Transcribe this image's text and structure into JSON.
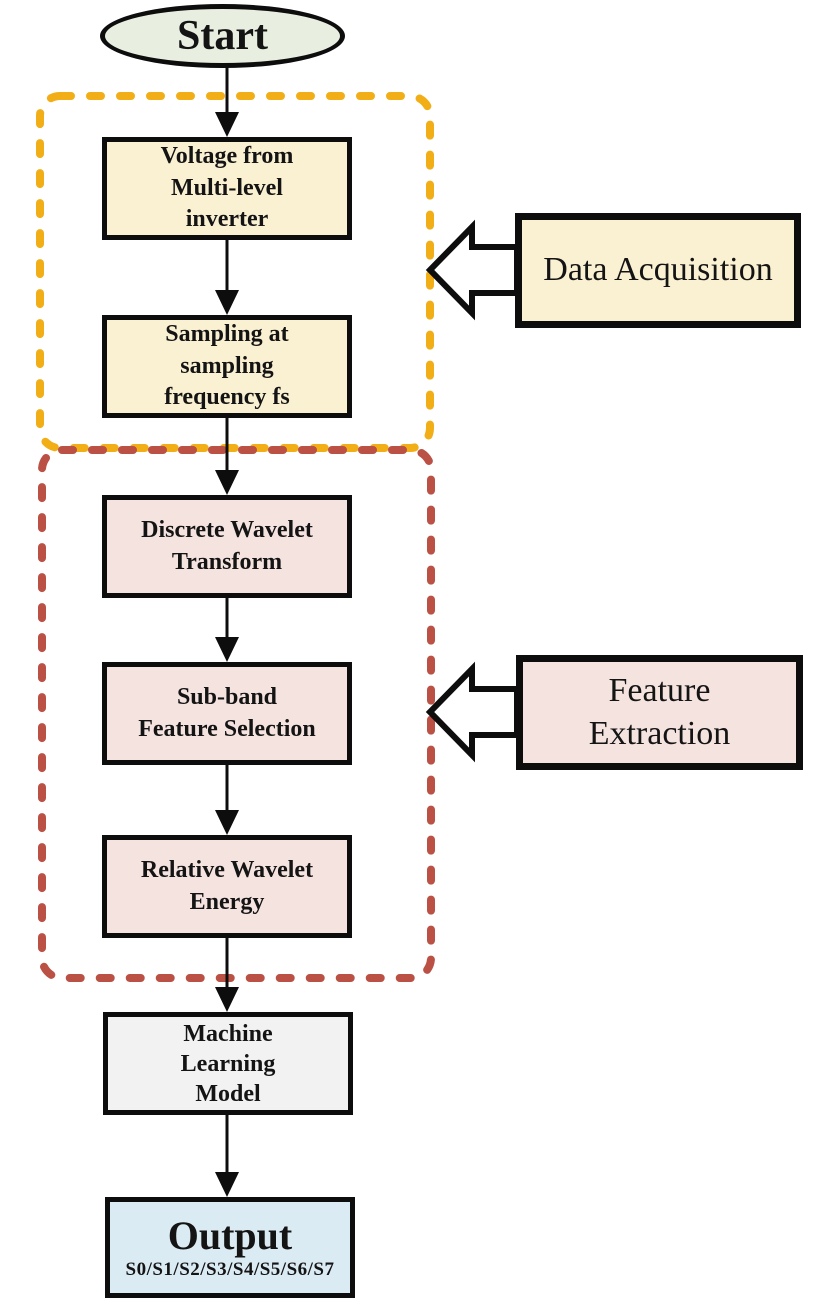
{
  "diagram": {
    "start": {
      "label": "Start"
    },
    "stages": {
      "data_acquisition": {
        "label": "Data Acquisition",
        "boxes": [
          {
            "label": "Voltage from\nMulti-level\ninverter"
          },
          {
            "label": "Sampling at\nsampling\nfrequency fs"
          }
        ]
      },
      "feature_extraction": {
        "label": "Feature\nExtraction",
        "boxes": [
          {
            "label": "Discrete Wavelet\nTransform"
          },
          {
            "label": "Sub-band\nFeature Selection"
          },
          {
            "label": "Relative Wavelet\nEnergy"
          }
        ]
      }
    },
    "ml_box": {
      "label": "Machine\nLearning\nModel"
    },
    "output": {
      "title": "Output",
      "subtitle": "S0/S1/S2/S3/S4/S5/S6/S7"
    }
  },
  "icons": {
    "pointer_arrows": "block-arrow-left-icon"
  },
  "colors": {
    "start_fill": "#e9efe0",
    "stage1_fill": "#faf0d2",
    "stage2_fill": "#f5e3e0",
    "ml_fill": "#f2f2f2",
    "output_fill": "#dbebf4",
    "dash_yellow": "#f2ae16",
    "dash_red": "#bb5045",
    "border_black": "#0d0d0d",
    "arrow_fill": "#ffffff"
  }
}
